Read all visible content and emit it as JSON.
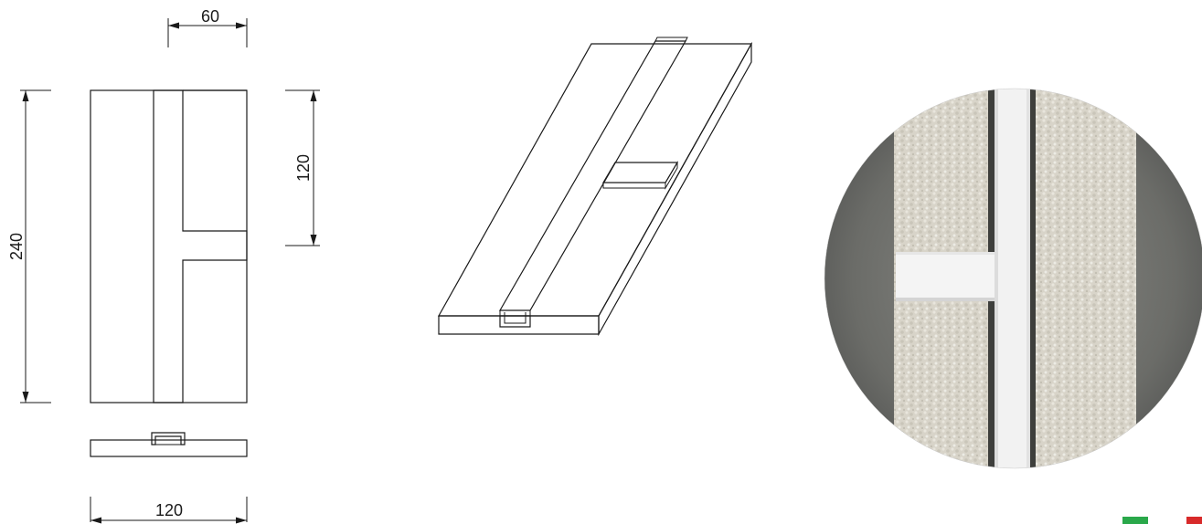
{
  "dimensions": {
    "top_width": "60",
    "height_total": "240",
    "height_half": "120",
    "bottom_width": "120"
  },
  "colors": {
    "line": "#1a1a1a",
    "panel_fill": "#ffffff",
    "profile_fill": "#ffffff",
    "photo_background": "#6f706c",
    "photo_panel": "#d9d6cc",
    "photo_profile": "#f3f3f3",
    "flag_green": "#2aa84a",
    "flag_red": "#d82a2a"
  },
  "icons": {
    "flag": "italy-flag-icon"
  }
}
